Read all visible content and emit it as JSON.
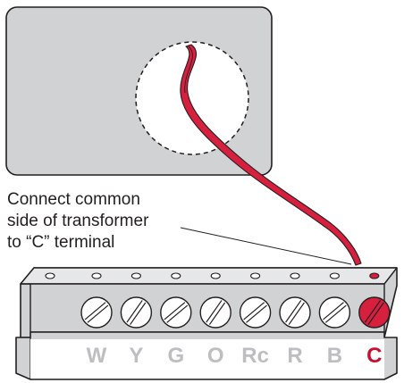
{
  "caption": {
    "lines": [
      "Connect common",
      "side of transformer",
      "to “C” terminal"
    ]
  },
  "terminals": [
    {
      "label": "W",
      "active": false
    },
    {
      "label": "Y",
      "active": false
    },
    {
      "label": "G",
      "active": false
    },
    {
      "label": "O",
      "active": false
    },
    {
      "label": "Rc",
      "active": false
    },
    {
      "label": "R",
      "active": false
    },
    {
      "label": "B",
      "active": false
    },
    {
      "label": "C",
      "active": true
    }
  ],
  "colors": {
    "wire": "#d71f3e",
    "plate": "#d1d2d4",
    "outline": "#231f20",
    "terminal_label": "#bcbec0",
    "active_label": "#c8102e"
  }
}
